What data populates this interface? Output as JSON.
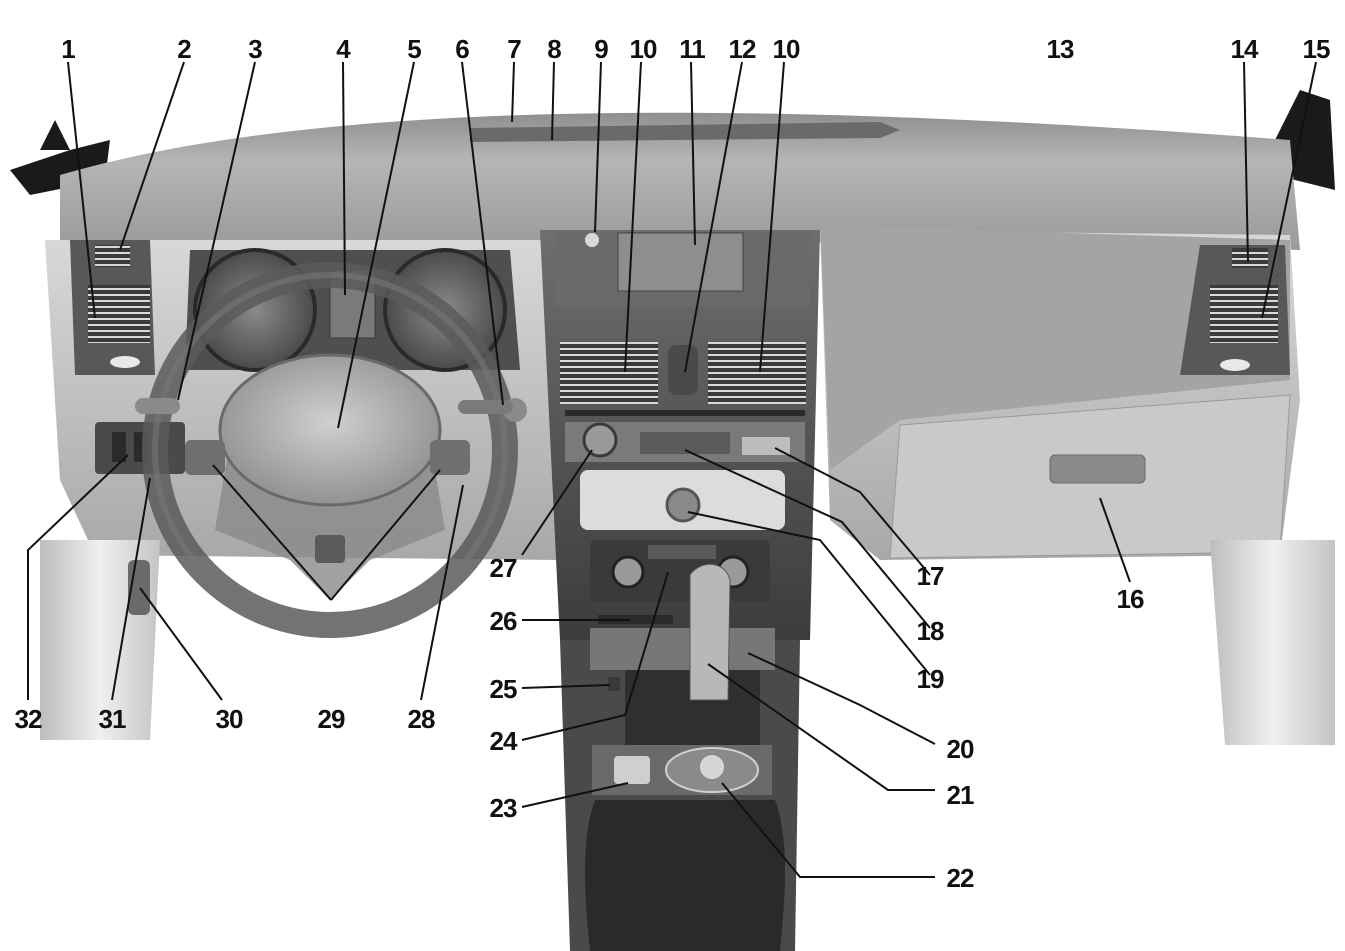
{
  "colors": {
    "background": "#ffffff",
    "dash_light": "#cfcfcf",
    "dash_mid": "#9c9c9c",
    "dash_dark": "#5e5e5e",
    "trim_black": "#1a1a1a",
    "label": "#111111"
  },
  "callouts": [
    {
      "id": "c1",
      "label": "1"
    },
    {
      "id": "c2",
      "label": "2"
    },
    {
      "id": "c3",
      "label": "3"
    },
    {
      "id": "c4",
      "label": "4"
    },
    {
      "id": "c5",
      "label": "5"
    },
    {
      "id": "c6",
      "label": "6"
    },
    {
      "id": "c7",
      "label": "7"
    },
    {
      "id": "c8",
      "label": "8"
    },
    {
      "id": "c9",
      "label": "9"
    },
    {
      "id": "c10a",
      "label": "10"
    },
    {
      "id": "c11",
      "label": "11"
    },
    {
      "id": "c12",
      "label": "12"
    },
    {
      "id": "c10b",
      "label": "10"
    },
    {
      "id": "c13",
      "label": "13"
    },
    {
      "id": "c14",
      "label": "14"
    },
    {
      "id": "c15",
      "label": "15"
    },
    {
      "id": "c16",
      "label": "16"
    },
    {
      "id": "c17",
      "label": "17"
    },
    {
      "id": "c18",
      "label": "18"
    },
    {
      "id": "c19",
      "label": "19"
    },
    {
      "id": "c20",
      "label": "20"
    },
    {
      "id": "c21",
      "label": "21"
    },
    {
      "id": "c22",
      "label": "22"
    },
    {
      "id": "c23",
      "label": "23"
    },
    {
      "id": "c24",
      "label": "24"
    },
    {
      "id": "c25",
      "label": "25"
    },
    {
      "id": "c26",
      "label": "26"
    },
    {
      "id": "c27",
      "label": "27"
    },
    {
      "id": "c28",
      "label": "28"
    },
    {
      "id": "c29",
      "label": "29"
    },
    {
      "id": "c30",
      "label": "30"
    },
    {
      "id": "c31",
      "label": "31"
    },
    {
      "id": "c32",
      "label": "32"
    }
  ]
}
